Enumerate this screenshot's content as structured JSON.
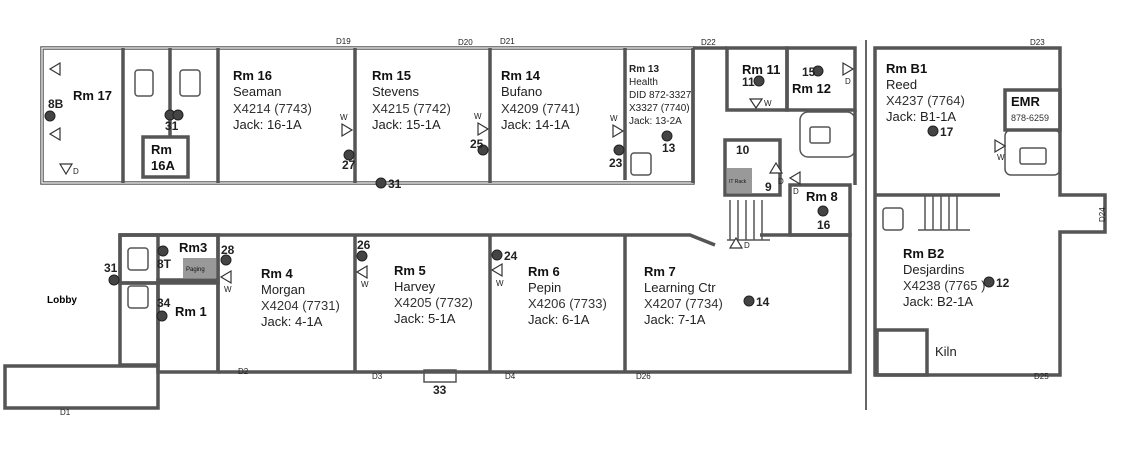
{
  "rooms": [
    {
      "label": "Rm 17"
    },
    {
      "label": "Rm 16",
      "name": "Seaman",
      "ext": "X4214 (7743)",
      "jack": "Jack: 16-1A"
    },
    {
      "label": "Rm 15",
      "name": "Stevens",
      "ext": "X4215 (7742)",
      "jack": "Jack: 15-1A"
    },
    {
      "label": "Rm 14",
      "name": "Bufano",
      "ext": "X4209 (7741)",
      "jack": "Jack: 14-1A"
    },
    {
      "label": "Rm 13",
      "name": "Health",
      "did": "DID 872-3327",
      "ext": "X3327 (7740)",
      "jack": "Jack: 13-2A"
    },
    {
      "label": "Rm 11"
    },
    {
      "label": "Rm 12"
    },
    {
      "label": "Rm 8"
    },
    {
      "label": "Rm B1",
      "name": "Reed",
      "ext": "X4237 (7764)",
      "jack": "Jack: B1-1A"
    },
    {
      "label": "Rm B2",
      "name": "Desjardins",
      "ext": "X4238 (7765 )",
      "jack": "Jack: B2-1A"
    },
    {
      "label": "Rm",
      "label2": "16A"
    },
    {
      "label": "Rm3"
    },
    {
      "label": "Rm 1"
    },
    {
      "label": "Rm 4",
      "name": "Morgan",
      "ext": "X4204 (7731)",
      "jack": "Jack: 4-1A"
    },
    {
      "label": "Rm 5",
      "name": "Harvey",
      "ext": "X4205 (7732)",
      "jack": "Jack: 5-1A"
    },
    {
      "label": "Rm 6",
      "name": "Pepin",
      "ext": "X4206 (7733)",
      "jack": "Jack: 6-1A"
    },
    {
      "label": "Rm 7",
      "name": "Learning Ctr",
      "ext": "X4207 (7734)",
      "jack": "Jack: 7-1A"
    }
  ],
  "labels": {
    "lobby": "Lobby",
    "paging": "Paging",
    "it_rack": "IT Rack",
    "kiln": "Kiln",
    "emr": "EMR",
    "emr_phone": "878-6259"
  },
  "sensors": [
    "8B",
    "31",
    "27",
    "31",
    "25",
    "23",
    "13",
    "11",
    "15",
    "10",
    "9",
    "16",
    "17",
    "12",
    "28",
    "26",
    "24",
    "14",
    "31",
    "8T",
    "34",
    "33"
  ],
  "doors": [
    "D19",
    "D20",
    "D21",
    "D22",
    "D23",
    "D24",
    "D25",
    "D26",
    "D4",
    "D3",
    "D2",
    "D1"
  ],
  "markers": {
    "w": "W",
    "d": "D"
  }
}
